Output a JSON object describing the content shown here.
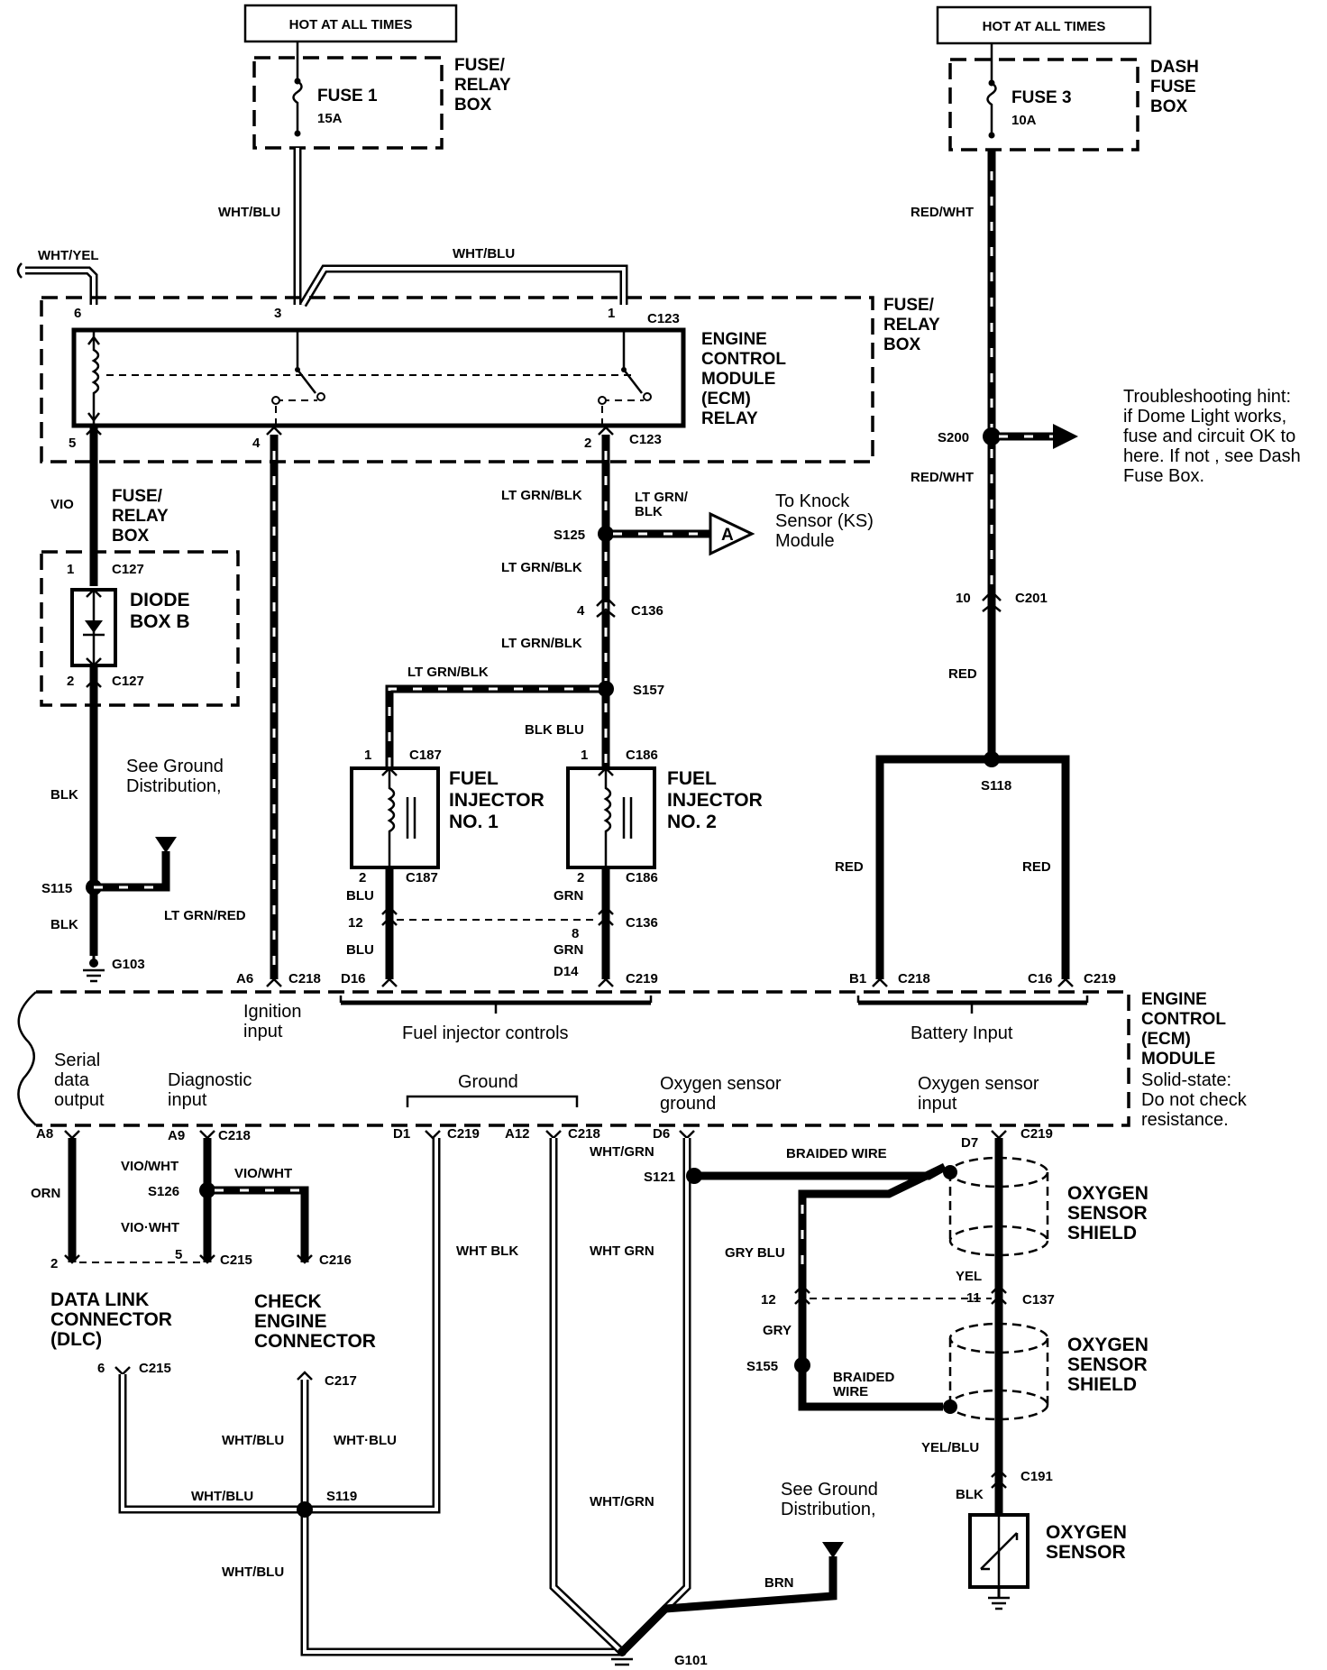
{
  "fuses": {
    "hot1": "HOT AT ALL TIMES",
    "hot2": "HOT AT ALL TIMES",
    "fuse1_name": "FUSE 1",
    "fuse1_rating": "15A",
    "fuse1_box": [
      "FUSE/",
      "RELAY",
      "BOX"
    ],
    "fuse3_name": "FUSE 3",
    "fuse3_rating": "10A",
    "fuse3_box": [
      "DASH",
      "FUSE",
      "BOX"
    ]
  },
  "relay": {
    "box_label": [
      "FUSE/",
      "RELAY",
      "BOX"
    ],
    "name": [
      "ENGINE",
      "CONTROL",
      "MODULE",
      "(ECM)",
      "RELAY"
    ],
    "pins": [
      "6",
      "3",
      "1",
      "5",
      "4",
      "2"
    ],
    "connectors": [
      "C123",
      "C123"
    ]
  },
  "diode": {
    "box_label": [
      "FUSE/",
      "RELAY",
      "BOX"
    ],
    "name": [
      "DIODE",
      "BOX B"
    ],
    "pins": [
      "1",
      "2"
    ],
    "connectors": [
      "C127",
      "C127"
    ]
  },
  "wires": {
    "wht_yel": "WHT/YEL",
    "wht_blu_a": "WHT/BLU",
    "wht_blu_b": "WHT/BLU",
    "red_wht_a": "RED/WHT",
    "red_wht_b": "RED/WHT",
    "vio": "VIO",
    "blk_a": "BLK",
    "blk_b": "BLK",
    "lt_grn_red": "LT GRN/RED",
    "lt_grn_blk_a": "LT GRN/BLK",
    "lt_grn_blk_b": "LT GRN/",
    "lt_grn_blk_b2": "BLK",
    "lt_grn_blk_c": "LT GRN/BLK",
    "lt_grn_blk_d": "LT GRN/BLK",
    "lt_grn_blk_e": "LT GRN/BLK",
    "blk_blu": "BLK BLU",
    "blu_a": "BLU",
    "blu_b": "BLU",
    "grn_a": "GRN",
    "grn_b": "GRN",
    "red_a": "RED",
    "red_b": "RED",
    "red_c": "RED",
    "orn": "ORN",
    "vio_wht_a": "VIO/WHT",
    "vio_wht_b": "VIO/WHT",
    "vio_wht_c": "VIO·WHT",
    "wht_blk": "WHT BLK",
    "wht_grn_a": "WHT/GRN",
    "wht_grn_b": "WHT GRN",
    "wht_grn_c": "WHT/GRN",
    "braided_a": "BRAIDED WIRE",
    "braided_b": [
      "BRAIDED",
      "WIRE"
    ],
    "gry_blu": "GRY BLU",
    "gry": "GRY",
    "yel": "YEL",
    "yel_blu": "YEL/BLU",
    "blk_c": "BLK",
    "wht_blu_c": "WHT/BLU",
    "wht_blu_d": "WHT·BLU",
    "wht_blu_e": "WHT/BLU",
    "wht_blu_f": "WHT/BLU",
    "brn": "BRN"
  },
  "splices": {
    "s125": "S125",
    "s157": "S157",
    "s115": "S115",
    "s200": "S200",
    "s118": "S118",
    "s121": "S121",
    "s126": "S126",
    "s155": "S155",
    "s119": "S119"
  },
  "grounds": {
    "g103": "G103",
    "g101": "G101"
  },
  "connectors": {
    "c136": "C136",
    "c136b": "C136",
    "c187": "C187",
    "c187b": "C187",
    "c186": "C186",
    "c186b": "C186",
    "c201": "C201",
    "c218a": "C218",
    "c219a": "C219",
    "c218b": "C218",
    "c219b": "C219",
    "c218c": "C218",
    "c219c": "C219",
    "c218d": "C218",
    "c219d": "C219",
    "c215": "C215",
    "c216": "C216",
    "c215b": "C215",
    "c217": "C217",
    "c137": "C137",
    "c191": "C191"
  },
  "pin_labels": {
    "p4": "4",
    "p1a": "1",
    "p1b": "1",
    "p2a": "2",
    "p2b": "2",
    "p12": "12",
    "p8": "8",
    "p10": "10",
    "a6": "A6",
    "d16": "D16",
    "d14": "D14",
    "b1": "B1",
    "c16": "C16",
    "a8": "A8",
    "a9": "A9",
    "d1": "D1",
    "a12": "A12",
    "d6": "D6",
    "d7": "D7",
    "p2c": "2",
    "p5": "5",
    "p6": "6",
    "p12b": "12",
    "p11": "11"
  },
  "components": {
    "knock": [
      "To Knock",
      "Sensor (KS)",
      "Module"
    ],
    "knock_ref": "A",
    "inj1": [
      "FUEL",
      "INJECTOR",
      "NO. 1"
    ],
    "inj2": [
      "FUEL",
      "INJECTOR",
      "NO. 2"
    ],
    "see_ground_a": [
      "See Ground",
      "Distribution,"
    ],
    "see_ground_b": [
      "See Ground",
      "Distribution,"
    ],
    "hint": [
      "Troubleshooting hint:",
      "if Dome Light works,",
      "fuse and circuit OK to",
      "here. If not , see Dash",
      "Fuse Box."
    ],
    "ecm_name": [
      "ENGINE",
      "CONTROL",
      "(ECM)",
      "MODULE"
    ],
    "ecm_note": [
      "Solid-state:",
      "Do not check",
      "resistance."
    ],
    "ecm_ignition": [
      "Ignition",
      "input"
    ],
    "ecm_fuel": "Fuel injector controls",
    "ecm_battery": "Battery Input",
    "ecm_serial": [
      "Serial",
      "data",
      "output"
    ],
    "ecm_diag": [
      "Diagnostic",
      "input"
    ],
    "ecm_ground": "Ground",
    "ecm_o2g": [
      "Oxygen sensor",
      "ground"
    ],
    "ecm_o2i": [
      "Oxygen sensor",
      "input"
    ],
    "dlc": [
      "DATA LINK",
      "CONNECTOR",
      "(DLC)"
    ],
    "check": [
      "CHECK",
      "ENGINE",
      "CONNECTOR"
    ],
    "shield1": [
      "OXYGEN",
      "SENSOR",
      "SHIELD"
    ],
    "shield2": [
      "OXYGEN",
      "SENSOR",
      "SHIELD"
    ],
    "o2": [
      "OXYGEN",
      "SENSOR"
    ]
  }
}
